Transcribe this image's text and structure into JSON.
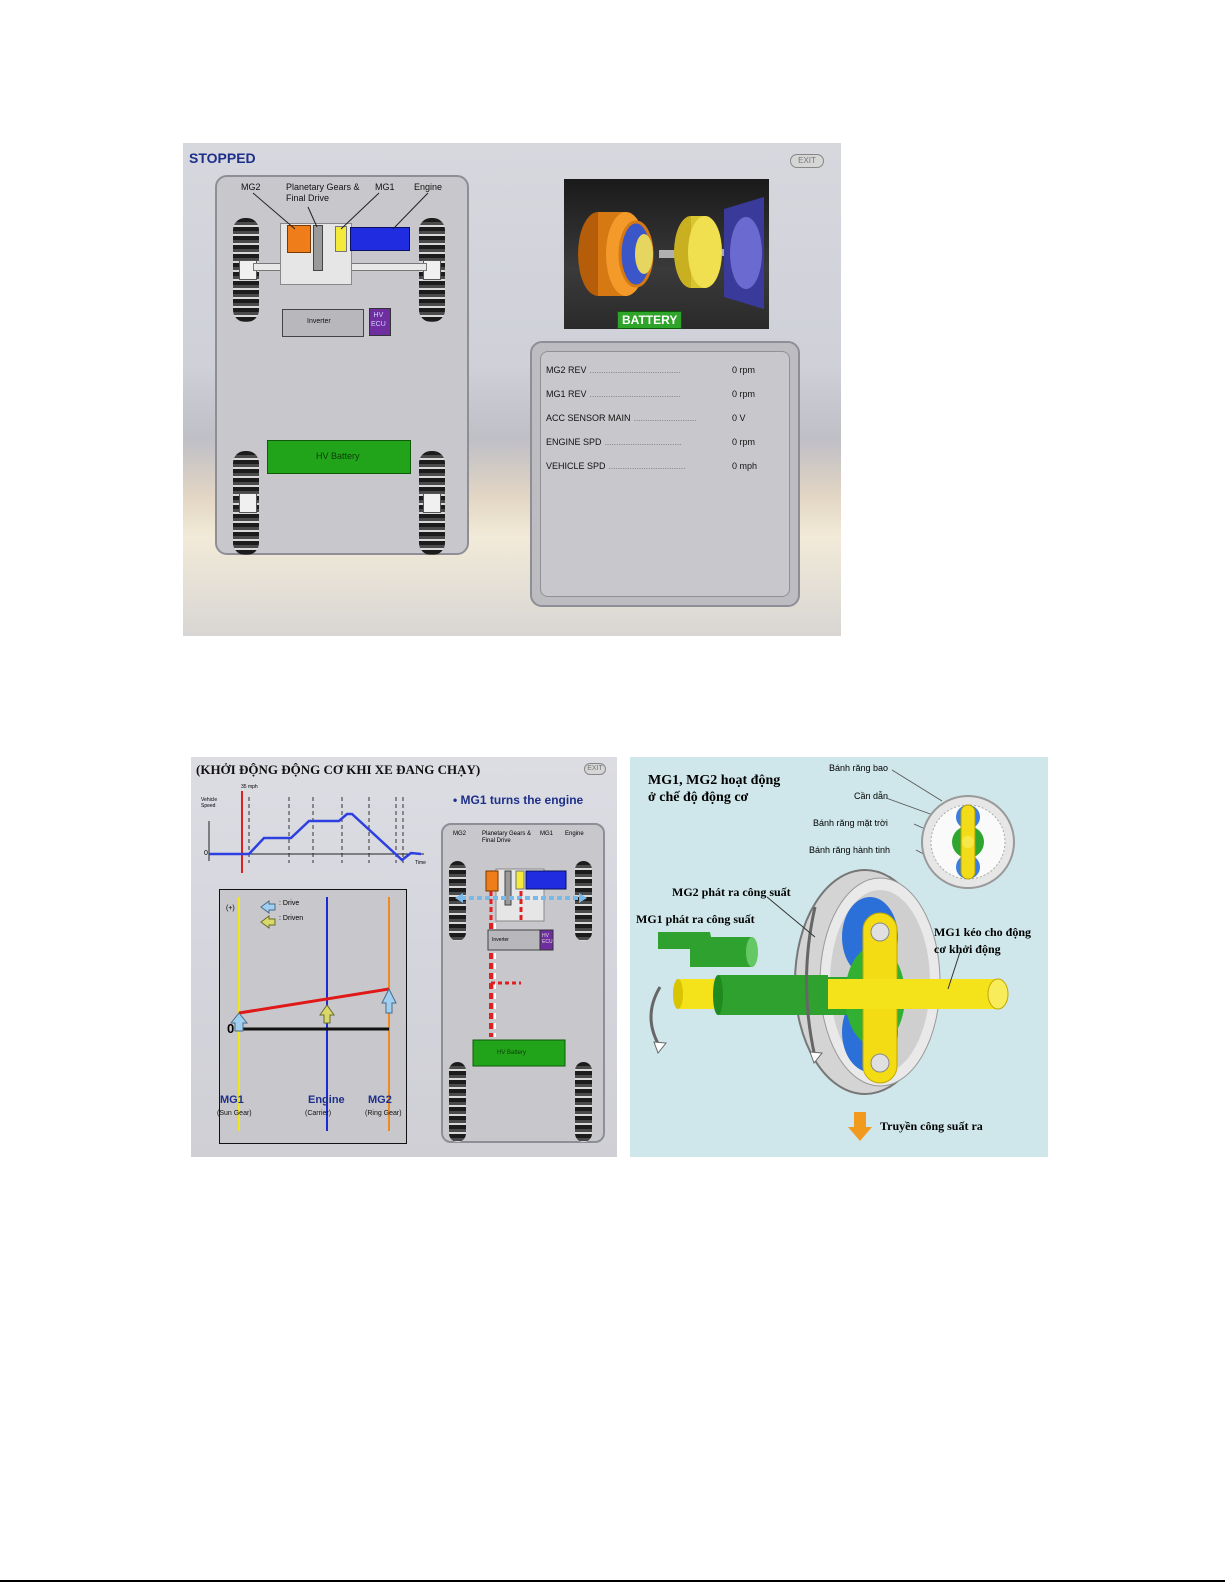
{
  "shot1": {
    "title": "STOPPED",
    "exit_label": "EXIT",
    "labels": {
      "mg2": "MG2",
      "planetary": "Planetary Gears &\nFinal Drive",
      "mg1": "MG1",
      "engine": "Engine",
      "inverter": "Inverter",
      "hv_ecu": "HV\nECU",
      "hv_battery": "HV Battery"
    },
    "badge": "BATTERY",
    "readouts": [
      {
        "label": "MG2 REV",
        "dots": "…………………………………",
        "value": "0 rpm"
      },
      {
        "label": "MG1 REV",
        "dots": "…………………………………",
        "value": "0 rpm"
      },
      {
        "label": "ACC SENSOR MAIN",
        "dots": "………………………",
        "value": "0 V"
      },
      {
        "label": "ENGINE SPD",
        "dots": "……………………………",
        "value": "0 rpm"
      },
      {
        "label": "VEHICLE SPD",
        "dots": "……………………………",
        "value": "0 mph"
      }
    ],
    "colors": {
      "mg2": "#ef7d1a",
      "mg1": "#f3ea3a",
      "engine": "#1f2ce0",
      "hv_battery": "#22a41a",
      "hv_ecu": "#6f2ea0",
      "badge": "#2ea52a"
    }
  },
  "shot2": {
    "title": "(KHỞI ĐỘNG ĐỘNG CƠ KHI XE ĐANG CHẠY)",
    "exit_label": "EXIT",
    "caption": "• MG1 turns the engine",
    "speed_graph": {
      "ylabel": "Vehicle\nSpeed",
      "marker": "35 mph",
      "zero": "0",
      "xlabel": "Time"
    },
    "nomogram": {
      "plus": "(+)",
      "zero": "0",
      "legend_drive": ": Drive",
      "legend_driven": ": Driven",
      "axes": [
        {
          "name": "MG1",
          "sub": "(Sun Gear)",
          "color": "#f1e61c"
        },
        {
          "name": "Engine",
          "sub": "(Carrier)",
          "color": "#1b2ad6"
        },
        {
          "name": "MG2",
          "sub": "(Ring Gear)",
          "color": "#f08a1a"
        }
      ]
    },
    "labels": {
      "mg2": "MG2",
      "planetary": "Planetary Gears &\nFinal Drive",
      "mg1": "MG1",
      "engine": "Engine",
      "inverter": "Inverter",
      "hv_ecu": "HV\nECU",
      "hv_battery": "HV Battery"
    }
  },
  "shot3": {
    "header_cut": "...",
    "title_line1": "MG1, MG2 hoạt động",
    "title_line2": "ở chế độ động cơ",
    "ring_gear": "Bánh răng bao",
    "carrier": "Cần dẫn",
    "sun_gear": "Bánh răng mặt trời",
    "planet_gear": "Bánh răng hành tinh",
    "mg2_label": "MG2 phát ra công suất",
    "mg1_label": "MG1 phát ra công suất",
    "mg1_start_1": "MG1 kéo cho động",
    "mg1_start_2": "cơ khởi động",
    "output": "Truyền công suất ra"
  }
}
